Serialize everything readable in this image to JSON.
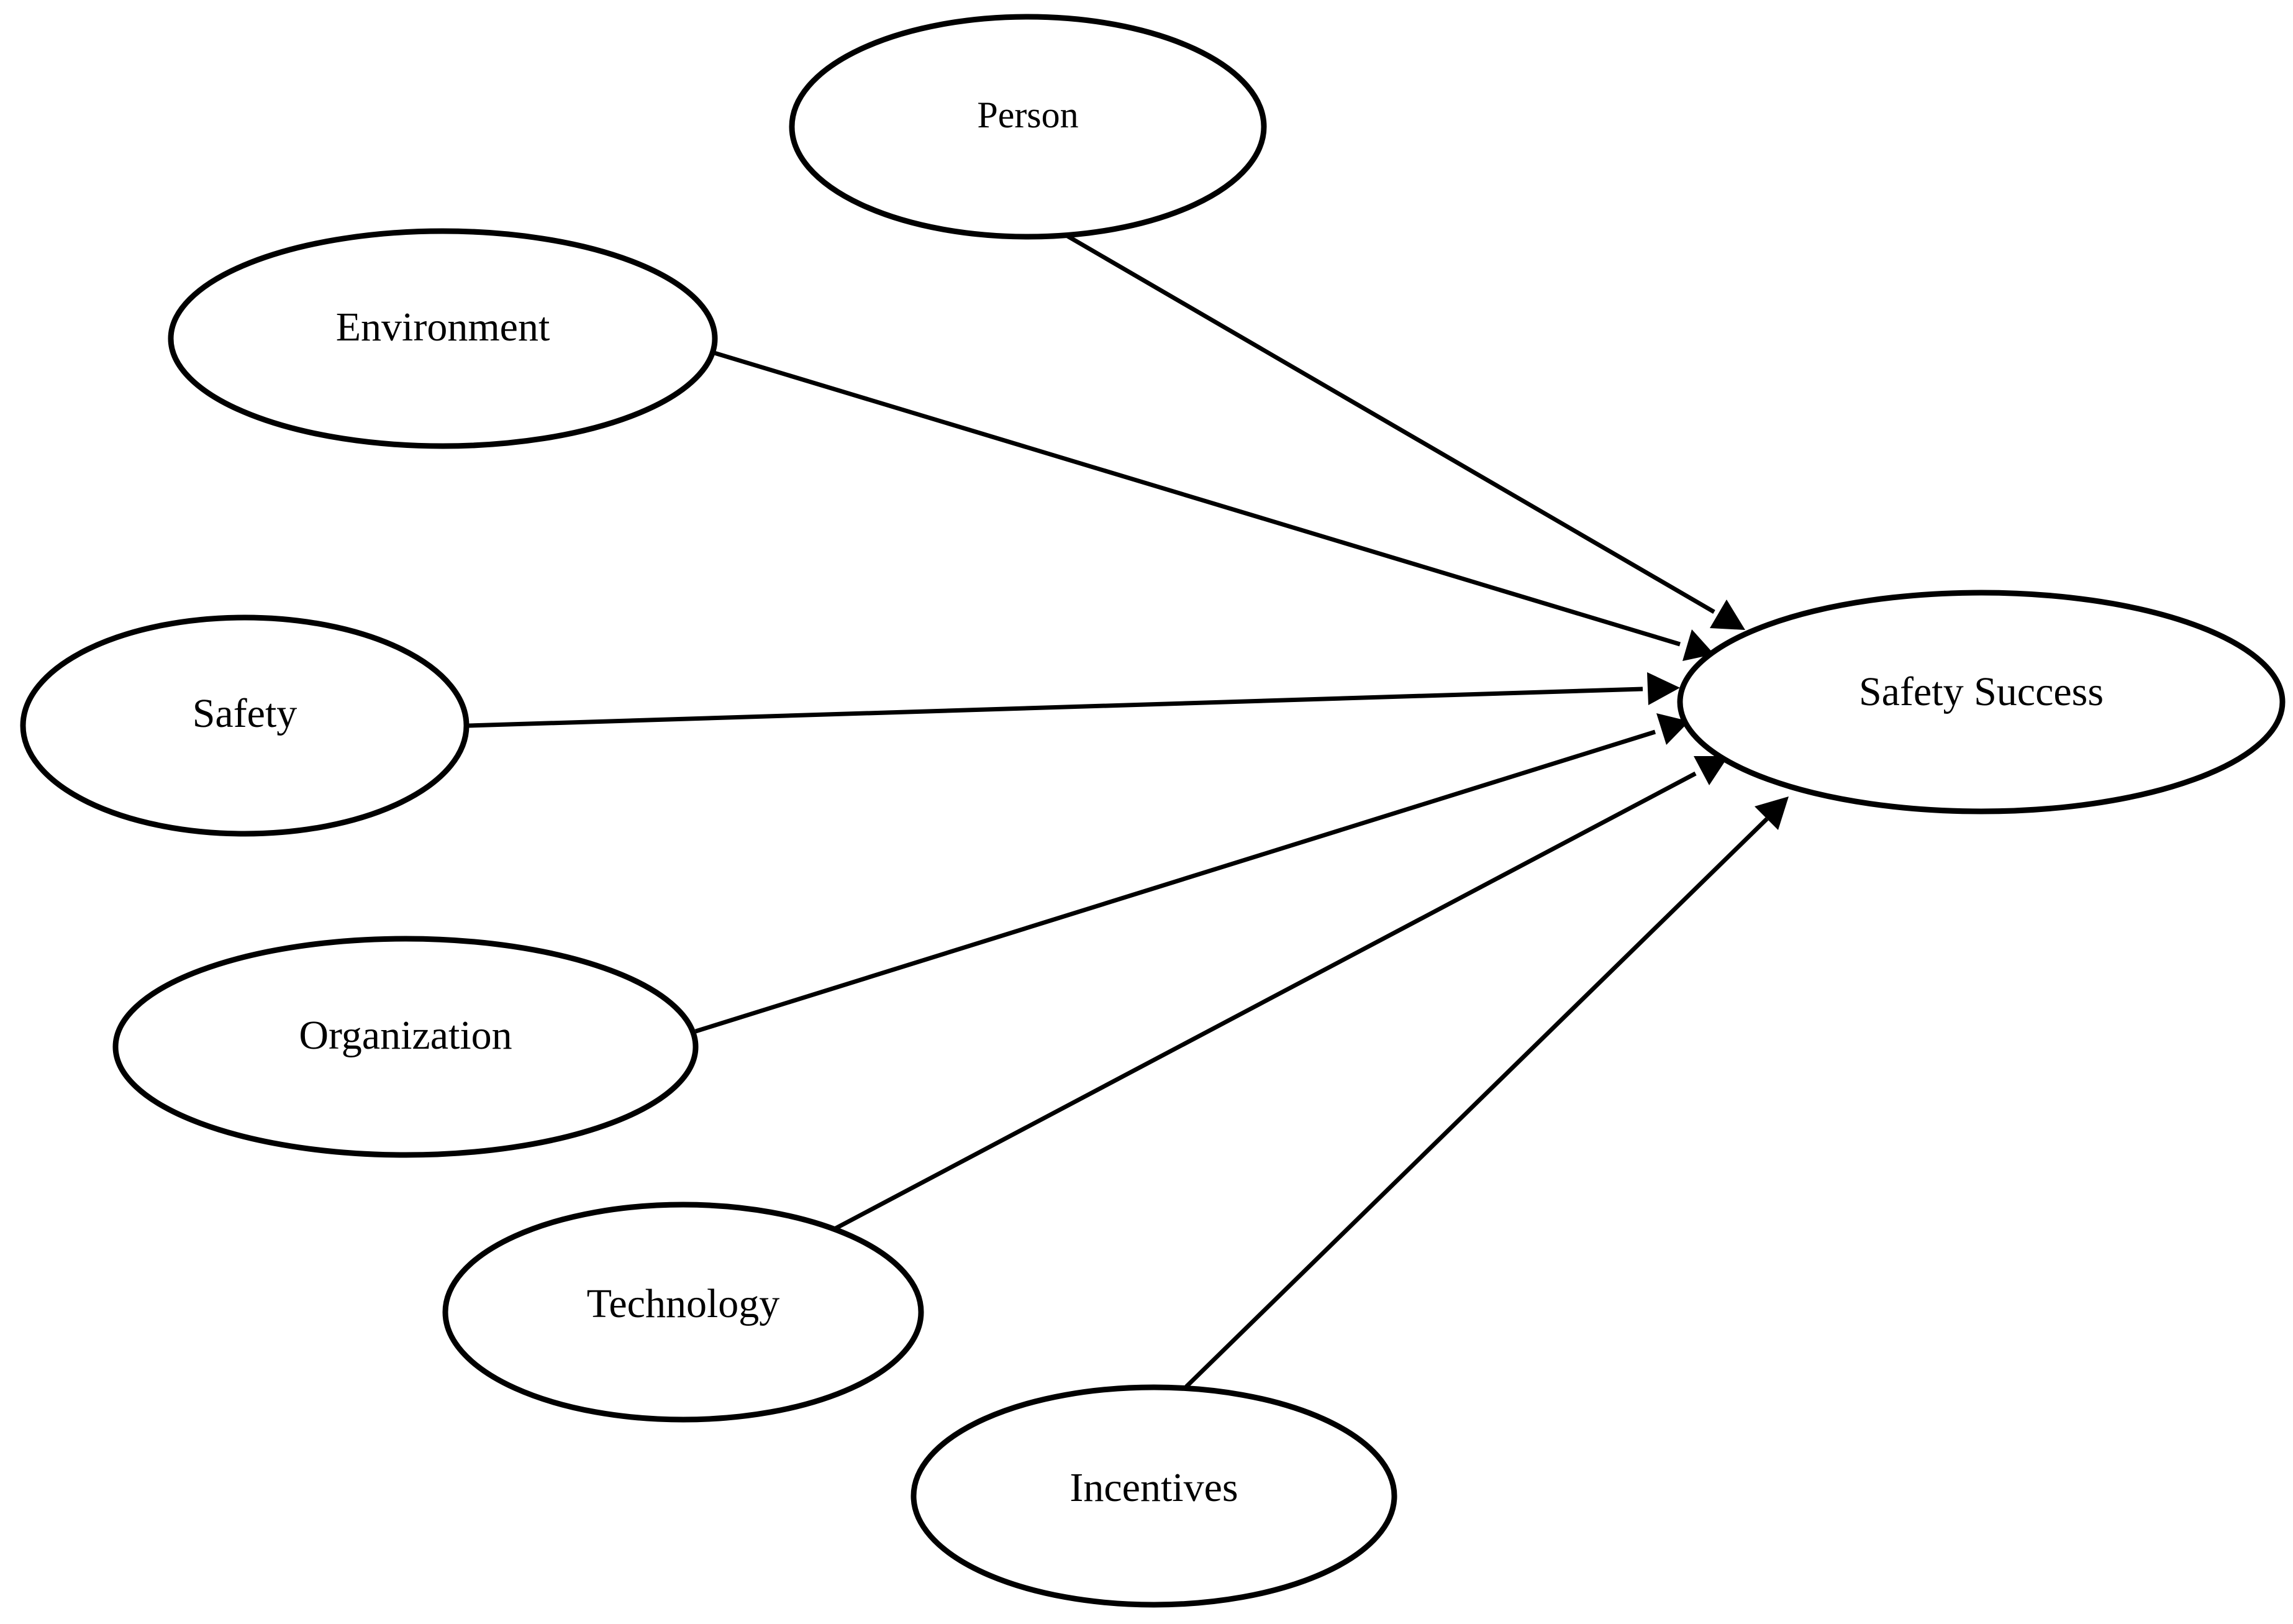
{
  "diagram": {
    "target": {
      "id": "safety-success",
      "label": "Safety Success"
    },
    "sources": [
      {
        "id": "person",
        "label": "Person"
      },
      {
        "id": "environment",
        "label": "Environment"
      },
      {
        "id": "safety",
        "label": "Safety"
      },
      {
        "id": "organization",
        "label": "Organization"
      },
      {
        "id": "technology",
        "label": "Technology"
      },
      {
        "id": "incentives",
        "label": "Incentives"
      }
    ],
    "edges": [
      {
        "from": "person",
        "to": "safety-success"
      },
      {
        "from": "environment",
        "to": "safety-success"
      },
      {
        "from": "safety",
        "to": "safety-success"
      },
      {
        "from": "organization",
        "to": "safety-success"
      },
      {
        "from": "technology",
        "to": "safety-success"
      },
      {
        "from": "incentives",
        "to": "safety-success"
      }
    ],
    "colors": {
      "stroke": "#000000",
      "fill": "#ffffff",
      "text": "#000000"
    }
  }
}
